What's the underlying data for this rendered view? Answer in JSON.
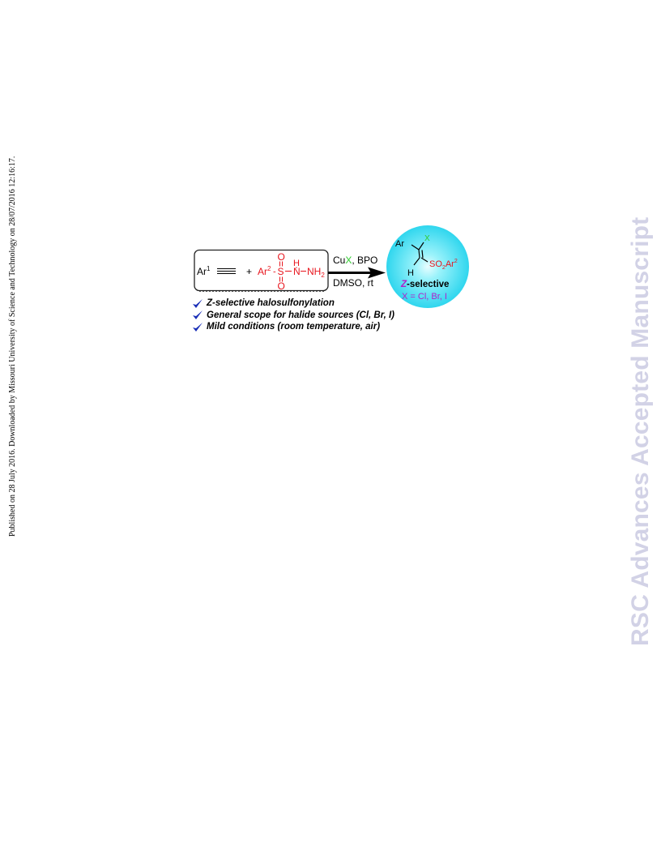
{
  "margin_note": "Published on 28 July 2016. Downloaded by Missouri University of Science and Technology on 28/07/2016 12:16:17.",
  "watermark": "RSC Advances Accepted Manuscript",
  "scheme": {
    "reactant1": {
      "ar": "Ar",
      "sup": "1"
    },
    "plus": "+",
    "reactant2": {
      "ar": "Ar",
      "sup": "2",
      "dash": "-",
      "s": "S",
      "o": "O",
      "h": "H",
      "n": "N",
      "nh": "NH",
      "nh_sub": "2"
    },
    "conditions": {
      "line1_a": "Cu",
      "line1_x": "X",
      "line1_b": ", BPO",
      "line2": "DMSO, rt"
    },
    "product": {
      "ar": "Ar",
      "x": "X",
      "h": "H",
      "so": "SO",
      "so_sub": "2",
      "ar2": "Ar",
      "ar2_sup": "2",
      "sel_z": "Z",
      "sel_rest": "-selective",
      "x_line": "X = Cl, Br, I"
    },
    "colors": {
      "red": "#e8141c",
      "green": "#2fcc2f",
      "magenta": "#b320c8",
      "check": "#1a2fb8",
      "circle": "#4fe3f2"
    }
  },
  "bullets": [
    {
      "icon": "check-icon",
      "text": "Z-selective halosulfonylation"
    },
    {
      "icon": "check-icon",
      "text": "General scope for halide sources (Cl, Br, I)"
    },
    {
      "icon": "check-icon",
      "text": "Mild conditions (room temperature, air)"
    }
  ]
}
